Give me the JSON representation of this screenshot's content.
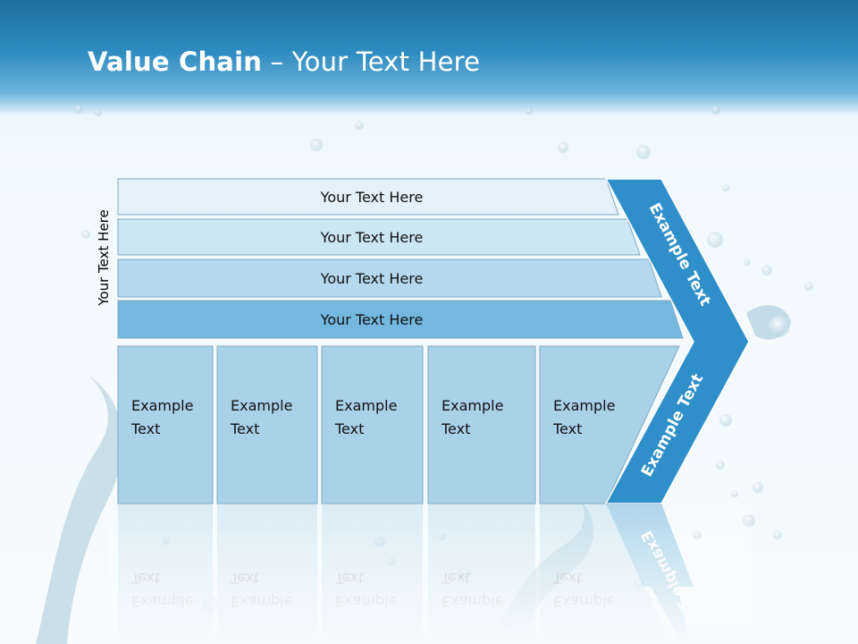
{
  "title": {
    "bold": "Value Chain",
    "rest": " – Your Text Here"
  },
  "side_label": "Your Text Here",
  "support_rows": [
    "Your Text Here",
    "Your Text Here",
    "Your Text Here",
    "Your Text Here"
  ],
  "primary_blocks": [
    [
      "Example",
      "Text"
    ],
    [
      "Example",
      "Text"
    ],
    [
      "Example",
      "Text"
    ],
    [
      "Example",
      "Text"
    ],
    [
      "Example",
      "Text"
    ]
  ],
  "arrow_top_label": "Example Text",
  "arrow_bottom_label": "Example Text",
  "colors": {
    "header": "#2f8cc0",
    "row1": "#e4f1fa",
    "row2": "#cde6f4",
    "row3": "#b4d9ee",
    "row4": "#74b8e0",
    "block": "#a9d2e9",
    "arrow": "#2f8fc9",
    "outline": "#7fa9c2"
  }
}
